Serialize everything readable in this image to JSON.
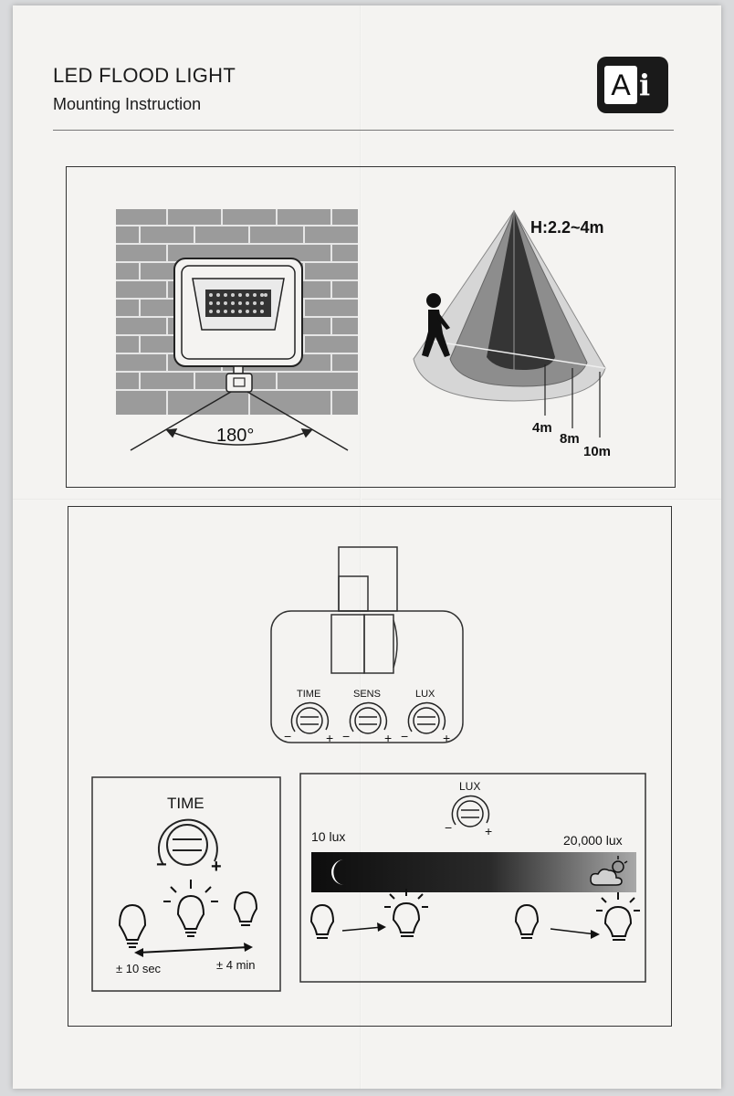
{
  "header": {
    "title": "LED FLOOD LIGHT",
    "subtitle": "Mounting Instruction",
    "brand_letter": "A",
    "brand_icon": "i"
  },
  "mounting": {
    "angle": "180°",
    "height": "H:2.2~4m",
    "ranges": [
      "4m",
      "8m",
      "10m"
    ]
  },
  "sensor": {
    "knobs": [
      "TIME",
      "SENS",
      "LUX"
    ],
    "minus": "−",
    "plus": "+"
  },
  "time_panel": {
    "title": "TIME",
    "min_label": "± 10 sec",
    "max_label": "± 4 min"
  },
  "lux_panel": {
    "title": "LUX",
    "low_label": "10 lux",
    "high_label": "20,000 lux"
  }
}
